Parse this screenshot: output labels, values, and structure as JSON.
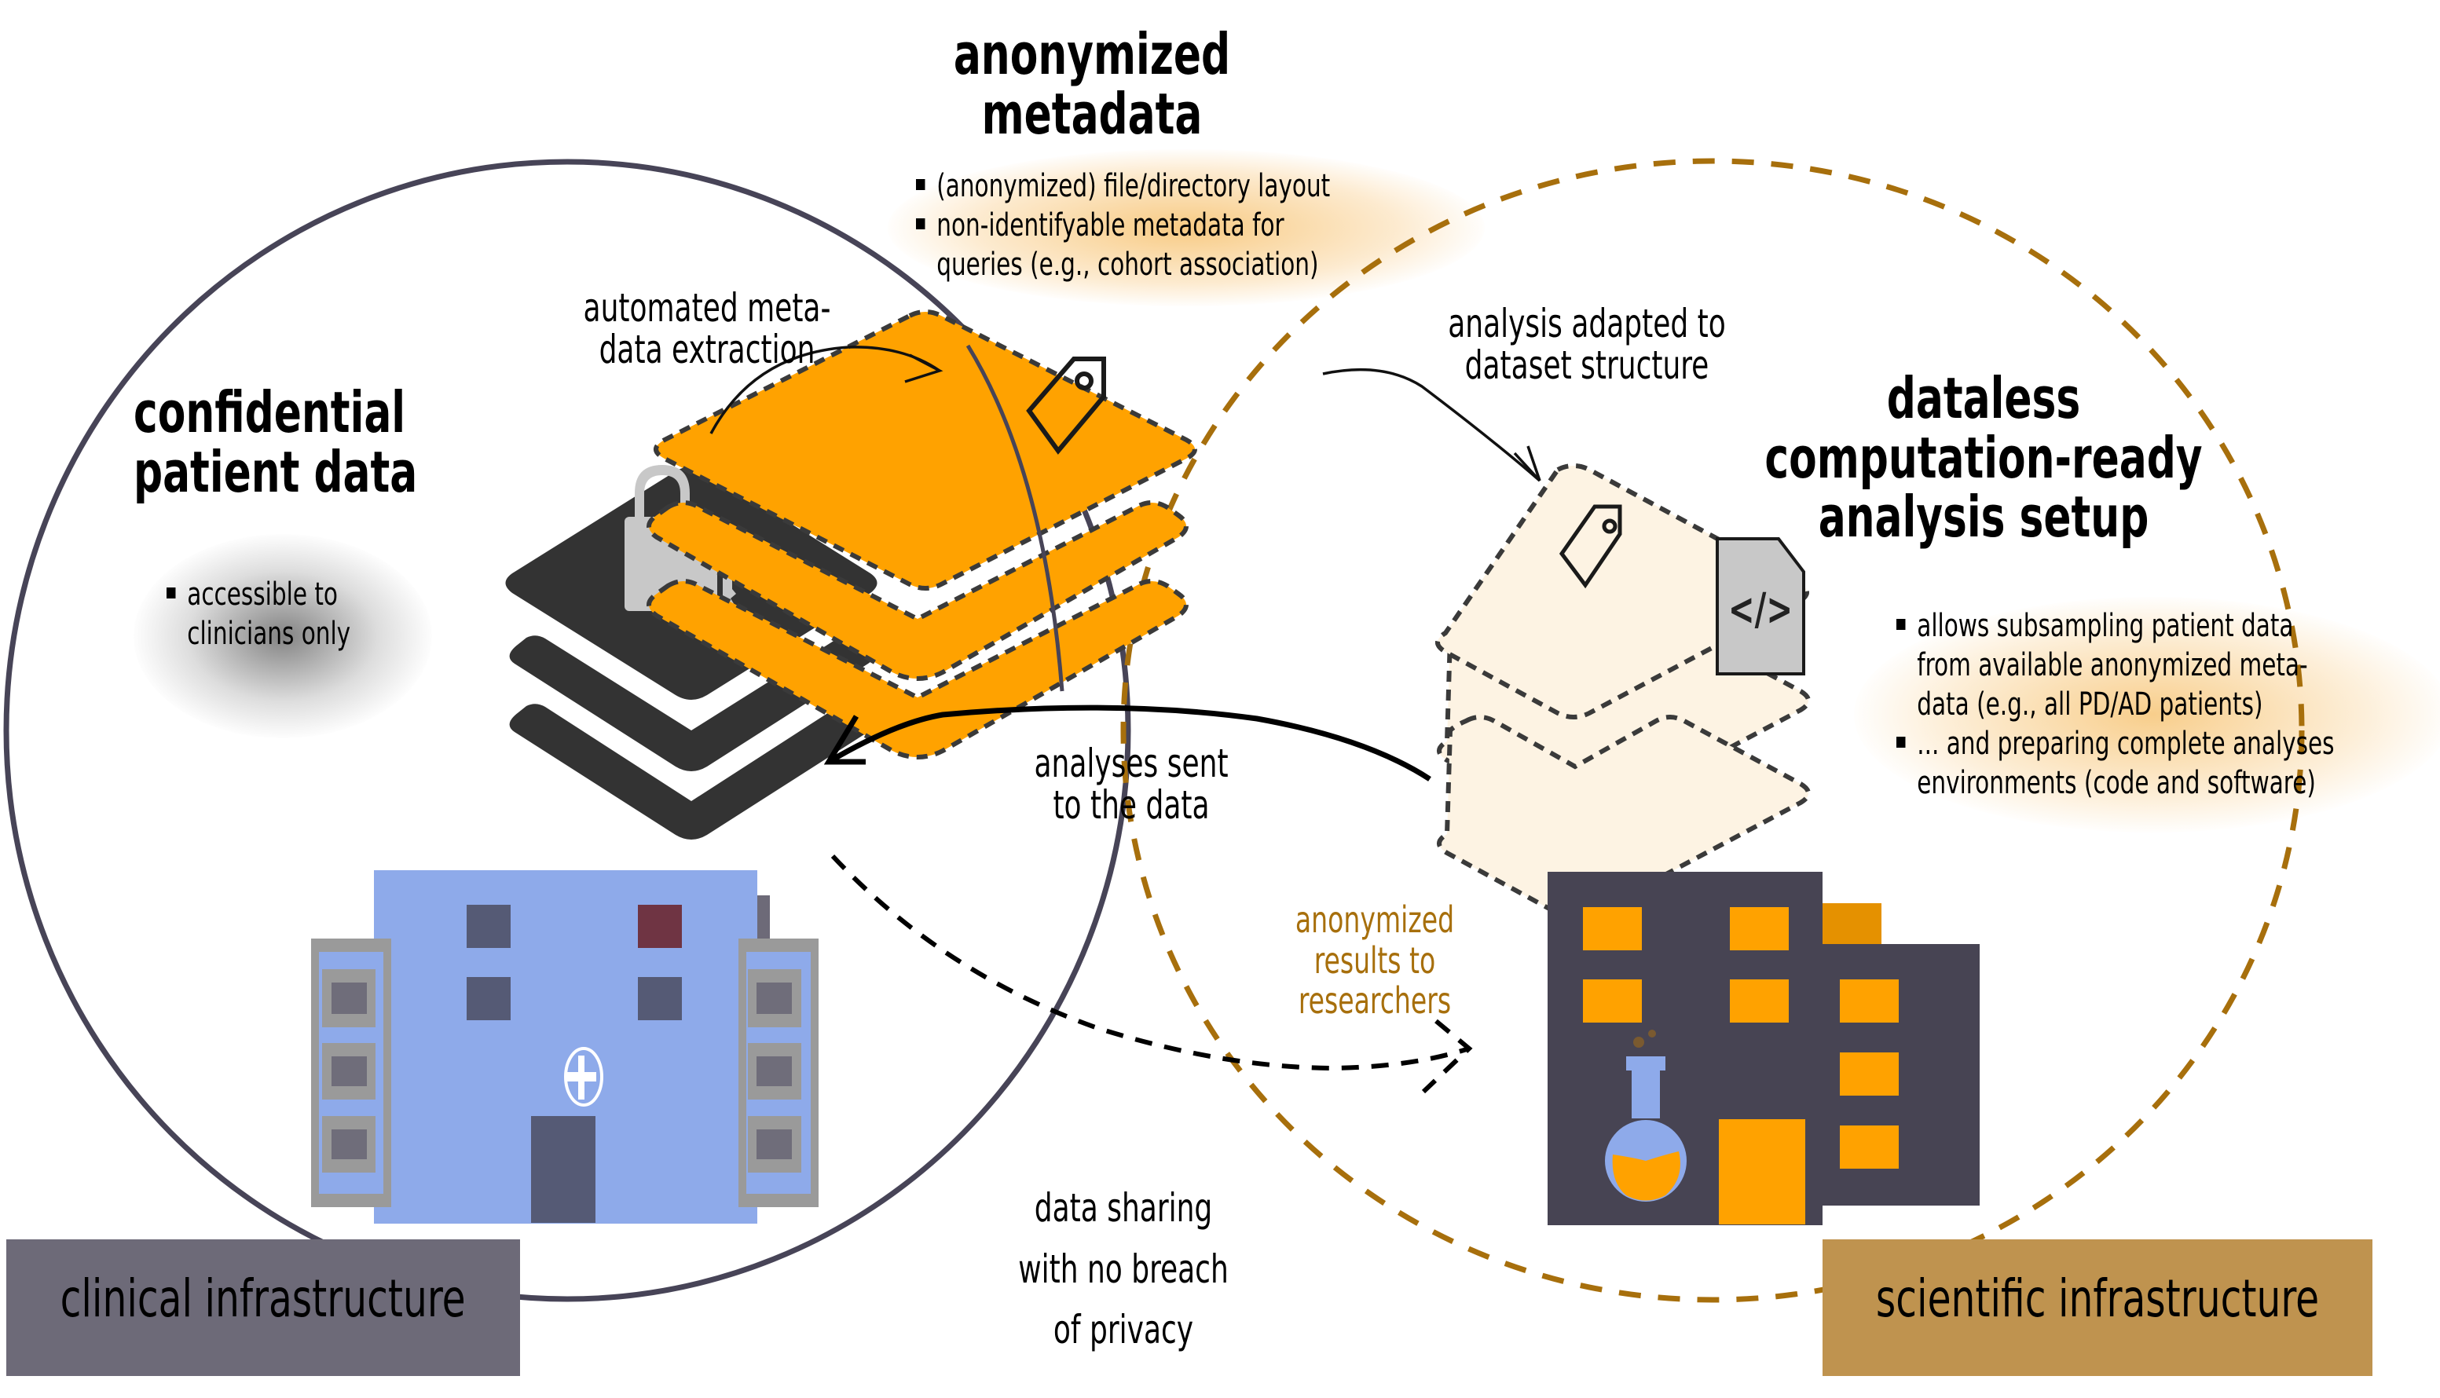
{
  "title": "data sharing with no breach of privacy",
  "colors": {
    "clinical_circle": "#474457",
    "scientific_circle": "#a76f0c",
    "orange": "#ffa200",
    "dark_layer": "#333333",
    "hospital_blue": "#8eaaea",
    "clinical_box": "#6d6a78",
    "scientific_box": "#bf934f",
    "results_text": "#a76f0c"
  },
  "left": {
    "heading_line1": "confidential",
    "heading_line2": "patient data",
    "bullets": [
      {
        "line1": "accessible to",
        "line2": "clinicians only"
      }
    ],
    "icon": "lock-with-key-icon"
  },
  "center": {
    "heading_line1": "anonymized",
    "heading_line2": "metadata",
    "bullets": [
      {
        "lines": [
          "(anonymized) file/directory layout"
        ]
      },
      {
        "lines": [
          "non-identifyable metadata for",
          "queries (e.g., cohort association)"
        ]
      }
    ],
    "icon": "tag-icon"
  },
  "right": {
    "heading_line1": "dataless",
    "heading_line2": "computation-ready",
    "heading_line3": "analysis setup",
    "bullets": [
      {
        "lines": [
          "allows subsampling patient data",
          "from available anonymized meta-",
          "data (e.g., all PD/AD patients)"
        ]
      },
      {
        "lines": [
          "... and preparing complete analyses",
          "environments (code and software)"
        ]
      }
    ],
    "icons": [
      "tag-icon",
      "code-file-icon"
    ],
    "code_glyph": "</>"
  },
  "arrows": {
    "extraction_line1": "automated meta-",
    "extraction_line2": "data extraction",
    "adapted_line1": "analysis adapted to",
    "adapted_line2": "dataset structure",
    "sent_line1": "analyses sent",
    "sent_line2": "to the data",
    "results_line1": "anonymized",
    "results_line2": "results to",
    "results_line3": "researchers"
  },
  "footer": {
    "center_line1": "data sharing",
    "center_line2": "with no breach",
    "center_line3": "of privacy",
    "clinical_label": "clinical infrastructure",
    "scientific_label": "scientific infrastructure"
  }
}
